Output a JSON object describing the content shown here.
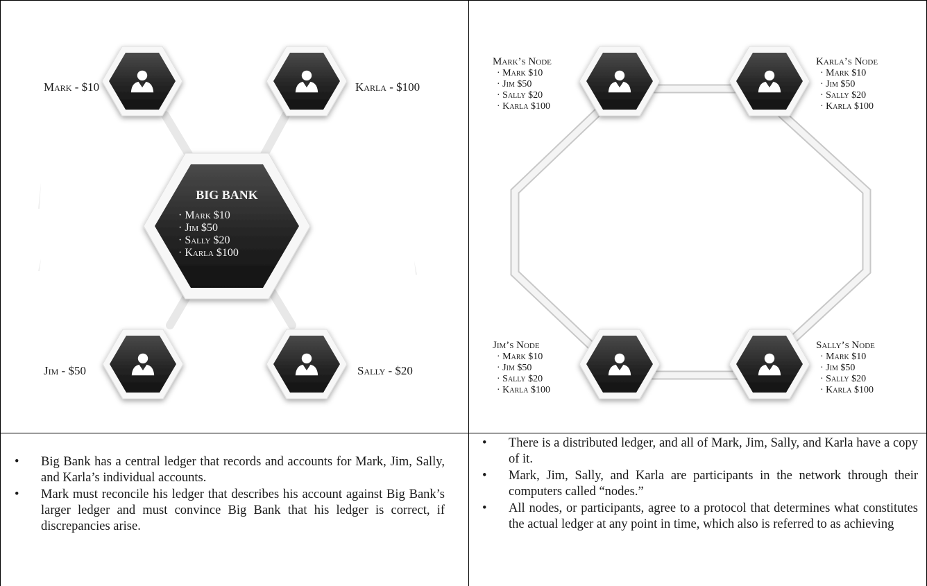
{
  "centralized": {
    "bank": {
      "title": "BIG BANK",
      "ledger": [
        "· Mark $10",
        "· Jim $50",
        "· Sally $20",
        "· Karla $100"
      ]
    },
    "users": {
      "mark": "Mark - $10",
      "karla": "Karla - $100",
      "jim": "Jim - $50",
      "sally": "Sally - $20"
    }
  },
  "distributed": {
    "nodes": {
      "mark": {
        "title": "Mark’s Node",
        "ledger": [
          "· Mark $10",
          "· Jim $50",
          "· Sally $20",
          "· Karla $100"
        ]
      },
      "karla": {
        "title": "Karla’s Node",
        "ledger": [
          "· Mark $10",
          "· Jim $50",
          "· Sally $20",
          "· Karla $100"
        ]
      },
      "jim": {
        "title": "Jim’s Node",
        "ledger": [
          "· Mark $10",
          "· Jim $50",
          "· Sally $20",
          "· Karla $100"
        ]
      },
      "sally": {
        "title": "Sally’s Node",
        "ledger": [
          "· Mark $10",
          "· Jim $50",
          "· Sally $20",
          "· Karla $100"
        ]
      }
    }
  },
  "left_bullets": [
    "Big Bank has a central ledger that records and accounts for Mark, Jim, Sally, and Karla’s individual accounts.",
    "Mark must reconcile his ledger that describes his account against Big Bank’s larger ledger and must convince Big Bank that his ledger is correct, if discrepancies arise."
  ],
  "right_bullets": [
    "There is a distributed ledger, and all of Mark, Jim, Sally, and Karla have a copy of it.",
    "Mark, Jim, Sally, and Karla are participants in the network through their computers called “nodes.”",
    "All nodes, or participants, agree to a protocol that determines what constitutes the actual ledger at any point in time, which also is referred to as achieving"
  ]
}
